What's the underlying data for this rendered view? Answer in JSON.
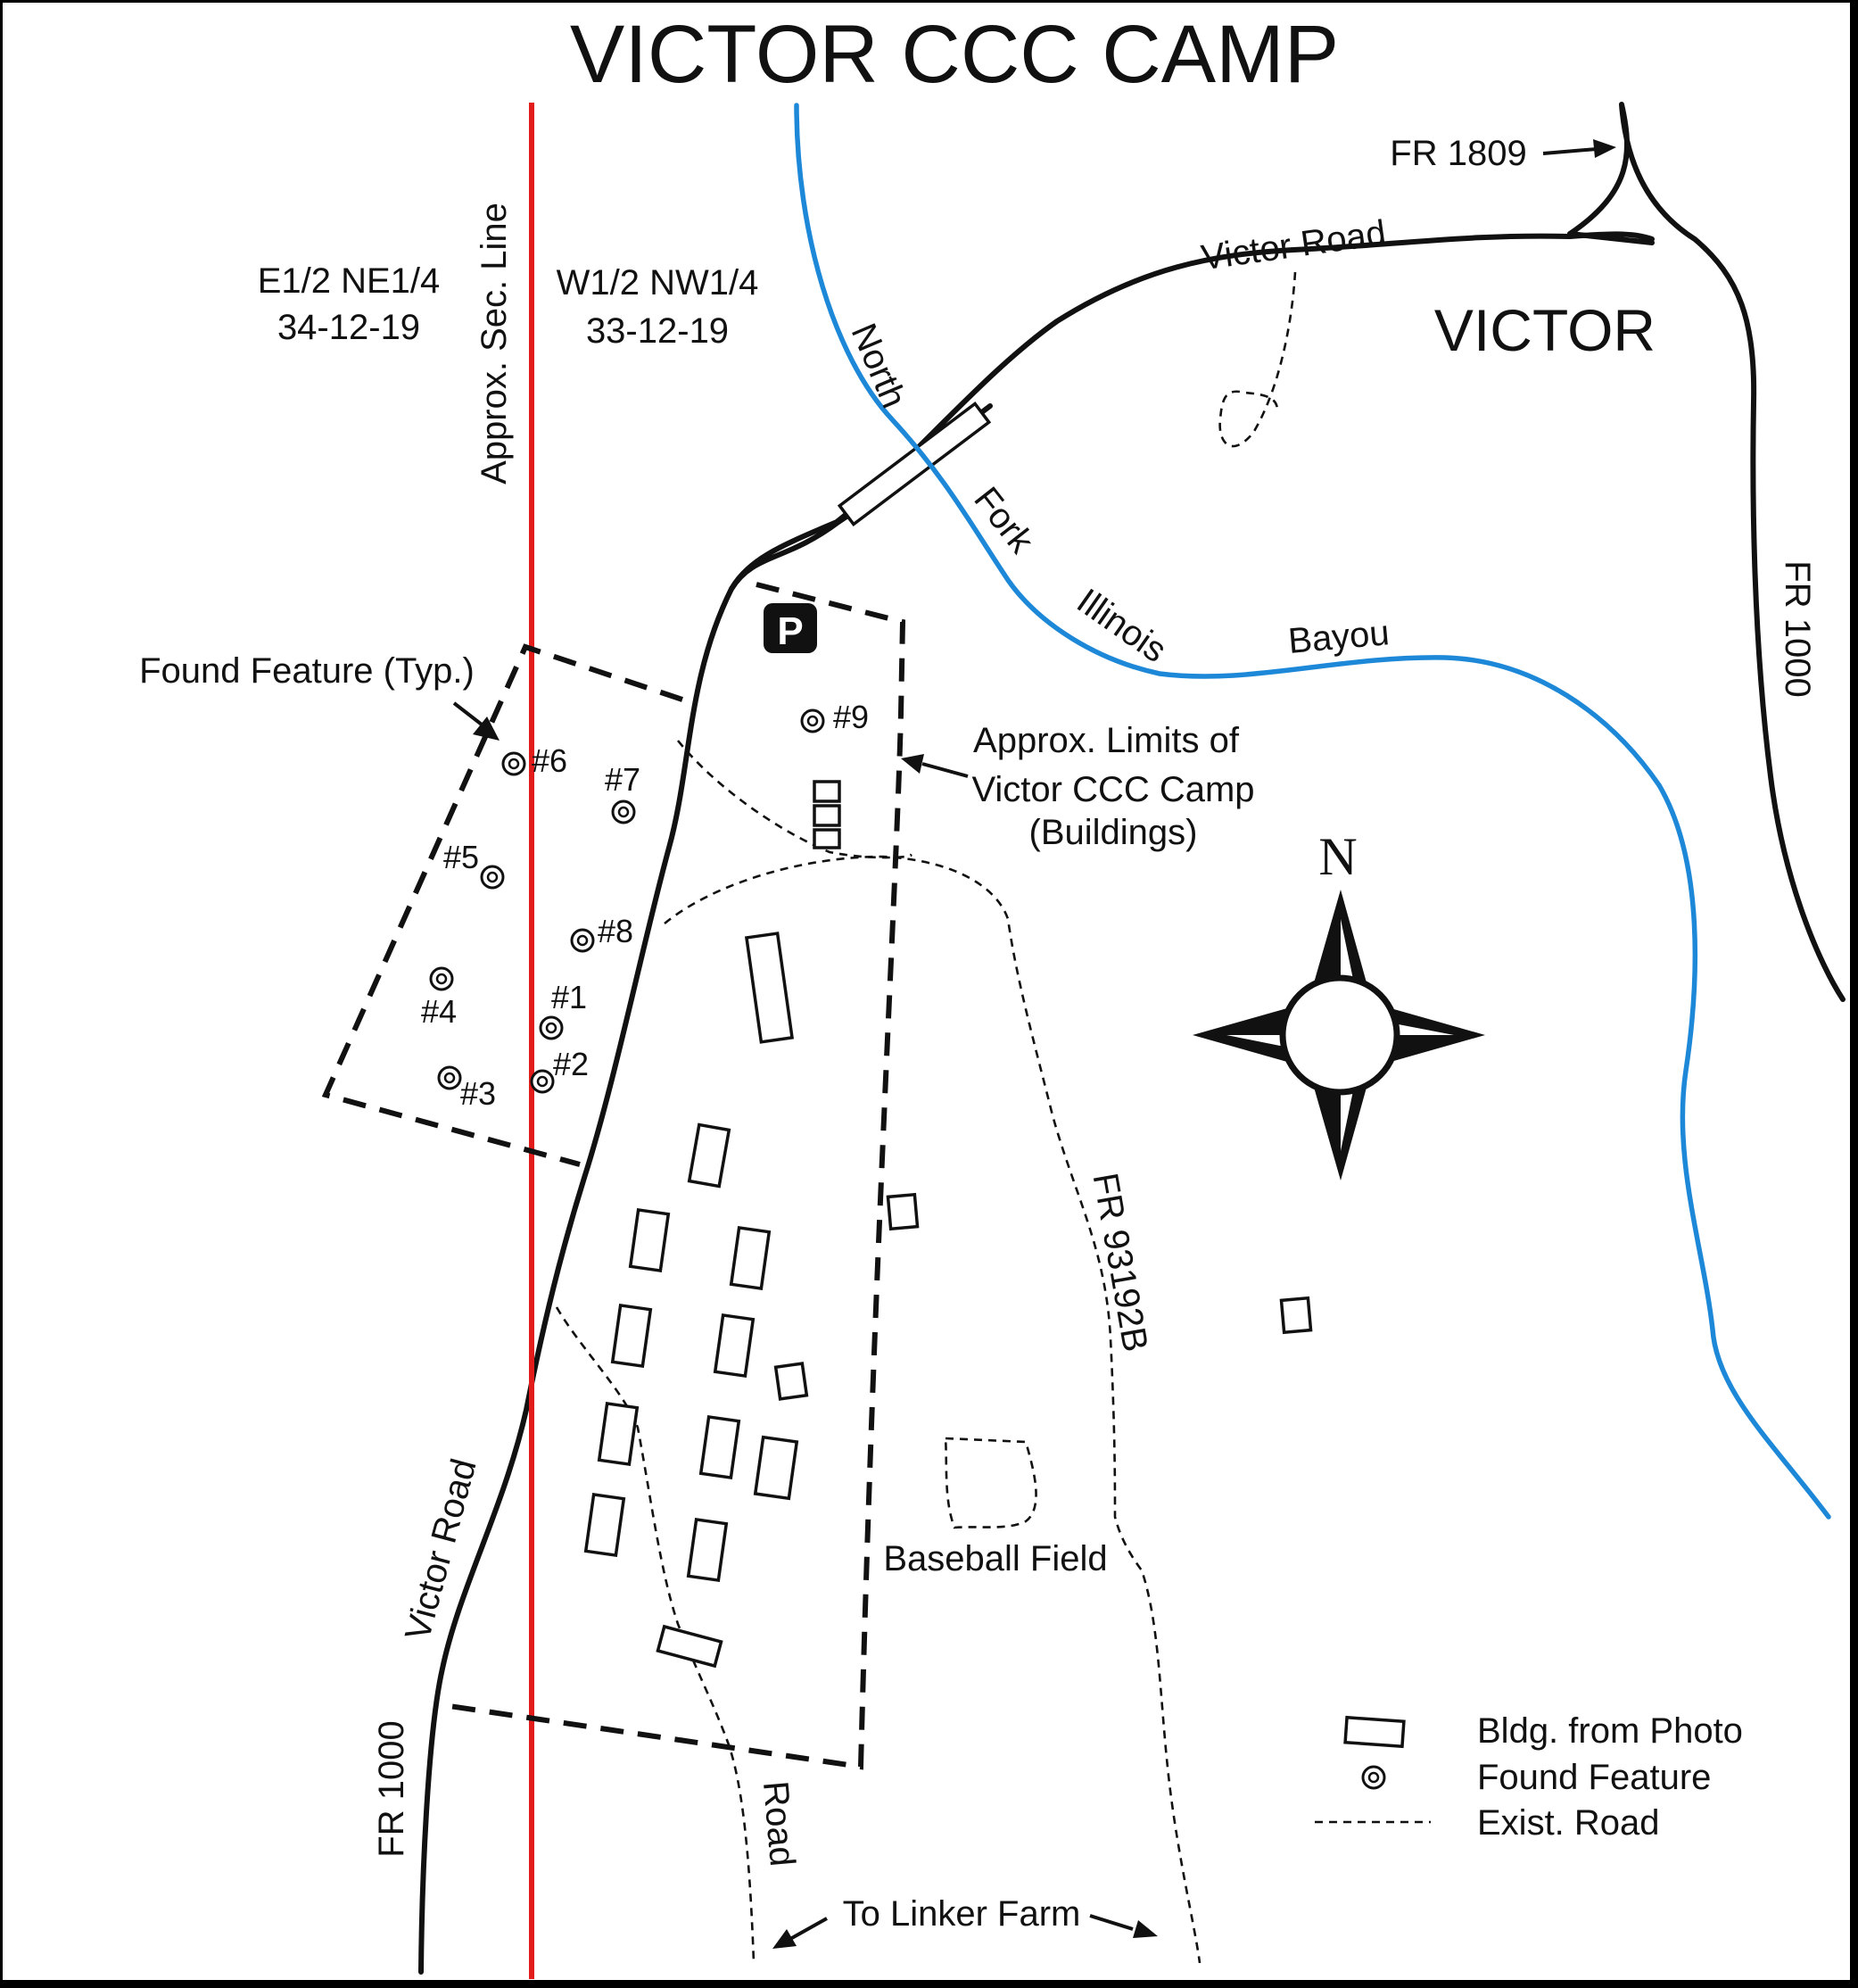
{
  "map": {
    "title": "VICTOR CCC CAMP",
    "town_label": "VICTOR",
    "section_line_label": "Approx. Sec. Line",
    "west_parcel": [
      "E1/2 NE1/4",
      "34-12-19"
    ],
    "east_parcel": [
      "W1/2 NW1/4",
      "33-12-19"
    ],
    "roads": {
      "fr1809": "FR 1809",
      "victor_road_north": "Victor Road",
      "victor_road_south": "Victor Road",
      "fr1000_east": "FR 1000",
      "fr1000_south": "FR 1000",
      "fr93192b": "FR 93192B",
      "road_south": "Road",
      "to_linker_farm": "To Linker Farm"
    },
    "stream_words": [
      "North",
      "Fork",
      "Illinois",
      "Bayou"
    ],
    "parking_symbol": "P",
    "found_feature_note": "Found Feature (Typ.)",
    "camp_limits_label": [
      "Approx. Limits of",
      "Victor CCC Camp",
      "(Buildings)"
    ],
    "baseball_field": "Baseball Field",
    "compass_north": "N",
    "features": [
      "#1",
      "#2",
      "#3",
      "#4",
      "#5",
      "#6",
      "#7",
      "#8",
      "#9"
    ],
    "legend": {
      "building": "Bldg. from Photo",
      "found_feature": "Found Feature",
      "existing_road": "Exist. Road"
    },
    "colors": {
      "section_line": "#e21b1b",
      "stream": "#1e88d8",
      "ink": "#111111",
      "background": "#ffffff",
      "frame": "#000000"
    }
  }
}
